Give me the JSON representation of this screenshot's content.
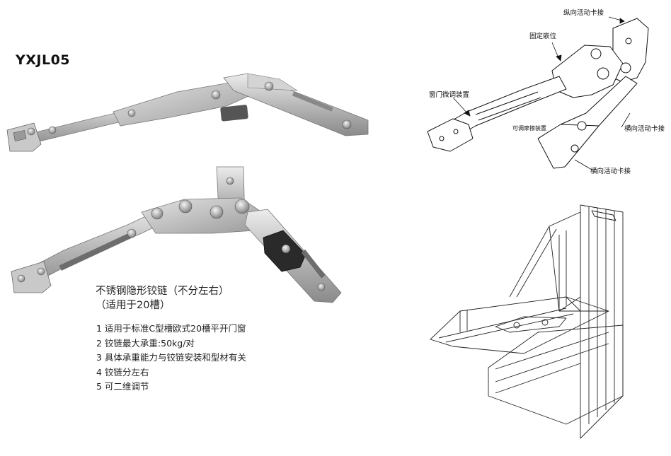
{
  "model_code": "YXJL05",
  "product": {
    "title_line1": "不锈钢隐形铰链（不分左右）",
    "title_line2": "（适用于20槽）"
  },
  "features": [
    "1 适用于标准C型槽欧式20槽平开门窗",
    "2 铰链最大承重:50kg/对",
    "3 具体承重能力与铰链安装和型材有关",
    "4 铰链分左右",
    "5 可二维调节"
  ],
  "diagram_callouts": {
    "vertical_clip": "纵向活动卡接",
    "fixed_pos": "固定嵌位",
    "sash_adjust": "窗门微调装置",
    "friction": "可调摩擦装置",
    "horizontal_clip_right": "横向活动卡接",
    "horizontal_clip_bottom": "横向活动卡接"
  },
  "colors": {
    "steel_light": "#d9d9d9",
    "steel_mid": "#a8a8a8",
    "steel_dark": "#6e6e6e",
    "nylon_black": "#2a2a2a"
  }
}
